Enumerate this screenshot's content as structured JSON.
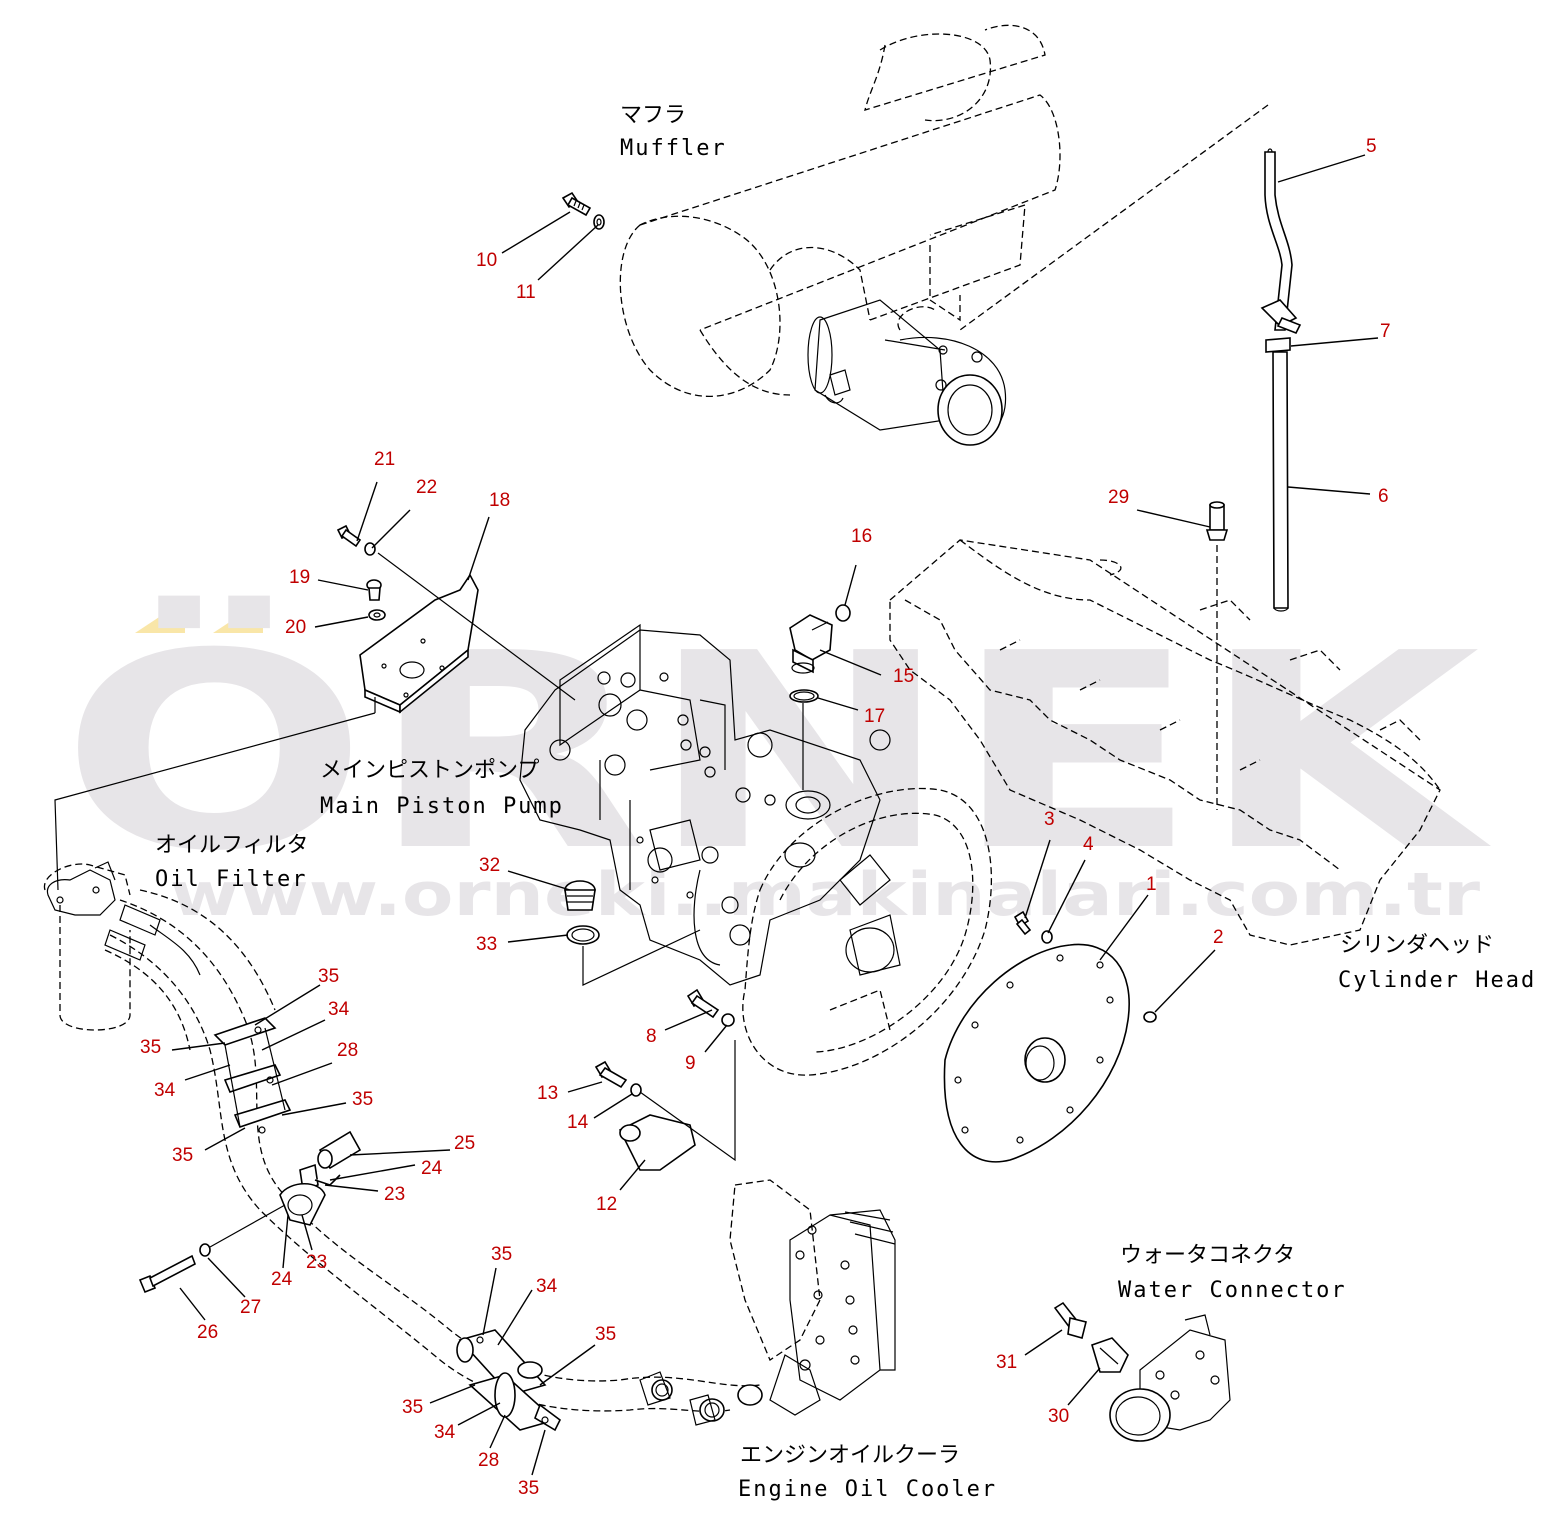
{
  "colors": {
    "callout": "#c00000",
    "ink": "#000000",
    "watermark_gray": "#e7e5e8",
    "watermark_accent": "#f9e6a8"
  },
  "watermark": {
    "brand": "ÖRNEK",
    "url": "www.orneki..makinalari.com.tr"
  },
  "labels": {
    "muffler_jp": "マフラ",
    "muffler_en": "Muffler",
    "pump_jp": "メインピストンポンプ",
    "pump_en": "Main Piston Pump",
    "filter_jp": "オイルフィルタ",
    "filter_en": "Oil Filter",
    "head_jp": "シリンダヘッド",
    "head_en": "Cylinder Head",
    "water_jp": "ウォータコネクタ",
    "water_en": "Water Connector",
    "cooler_jp": "エンジンオイルクーラ",
    "cooler_en": "Engine Oil Cooler"
  },
  "callouts": [
    "1",
    "2",
    "3",
    "4",
    "5",
    "6",
    "7",
    "8",
    "9",
    "10",
    "11",
    "12",
    "13",
    "14",
    "15",
    "16",
    "17",
    "18",
    "19",
    "20",
    "21",
    "22",
    "23",
    "24",
    "25",
    "26",
    "27",
    "28",
    "29",
    "30",
    "31",
    "32",
    "33",
    "34",
    "35"
  ]
}
